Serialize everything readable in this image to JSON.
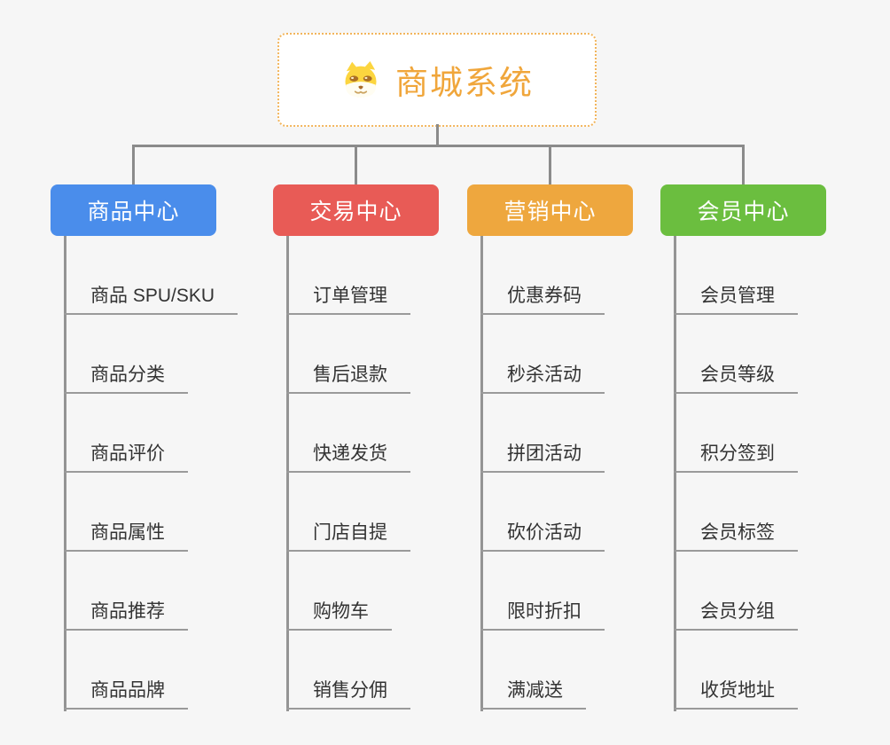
{
  "root": {
    "title": "商城系统",
    "icon": "doge-icon",
    "title_color": "#F0A63B",
    "border_color": "#F2B55C"
  },
  "connector_color": "#8B8B8B",
  "branches": [
    {
      "label": "商品中心",
      "color": "#4A8DEB",
      "items": [
        "商品 SPU/SKU",
        "商品分类",
        "商品评价",
        "商品属性",
        "商品推荐",
        "商品品牌"
      ]
    },
    {
      "label": "交易中心",
      "color": "#E85B56",
      "items": [
        "订单管理",
        "售后退款",
        "快递发货",
        "门店自提",
        "购物车",
        "销售分佣"
      ]
    },
    {
      "label": "营销中心",
      "color": "#EEA73E",
      "items": [
        "优惠券码",
        "秒杀活动",
        "拼团活动",
        "砍价活动",
        "限时折扣",
        "满减送"
      ]
    },
    {
      "label": "会员中心",
      "color": "#6BBE3F",
      "items": [
        "会员管理",
        "会员等级",
        "积分签到",
        "会员标签",
        "会员分组",
        "收货地址"
      ]
    }
  ]
}
